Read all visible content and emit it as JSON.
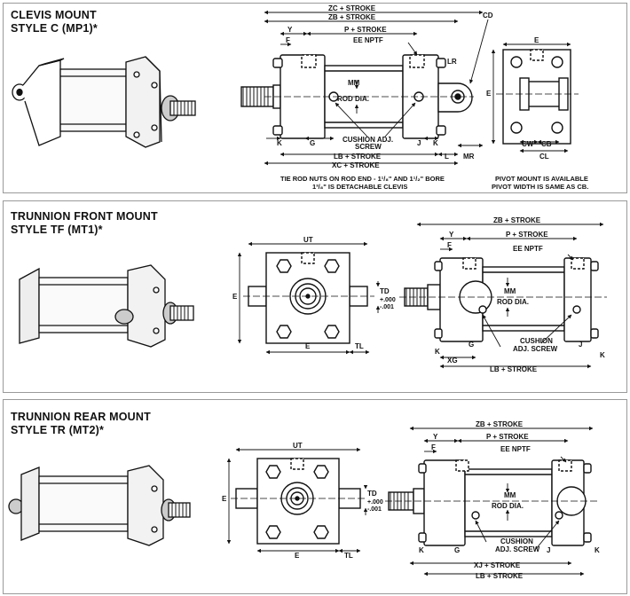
{
  "panels": [
    {
      "title_line1": "CLEVIS MOUNT",
      "title_line2": "STYLE C (MP1)*",
      "labels": {
        "zc": "ZC + STROKE",
        "zb": "ZB + STROKE",
        "y": "Y",
        "p": "P + STROKE",
        "f": "F",
        "ee": "EE NPTF",
        "cd": "CD",
        "lr": "LR",
        "mm": "MM",
        "rod": "ROD DIA.",
        "k_left": "K",
        "g": "G",
        "cushion1": "CUSHION ADJ.",
        "cushion2": "SCREW",
        "j": "J",
        "k_right": "K",
        "lb": "LB + STROKE",
        "l": "L",
        "mr": "MR",
        "xc": "XC + STROKE",
        "e_top": "E",
        "e_side": "E",
        "cw": "CW",
        "cb": "CB",
        "cl": "CL"
      },
      "note1": "TIE ROD NUTS ON ROD END - 1¹/₈\" AND 1¹/₂\" BORE",
      "note2": "1³/₈\" IS DETACHABLE CLEVIS",
      "pivot1": "PIVOT MOUNT IS AVAILABLE",
      "pivot2": "PIVOT WIDTH IS SAME AS CB."
    },
    {
      "title_line1": "TRUNNION FRONT MOUNT",
      "title_line2": "STYLE TF (MT1)*",
      "labels": {
        "ut": "UT",
        "e_side": "E",
        "e_bottom": "E",
        "tl": "TL",
        "td": "TD",
        "tol1": "+.000",
        "tol2": "-.001",
        "zb": "ZB + STROKE",
        "y": "Y",
        "p": "P + STROKE",
        "f": "F",
        "ee": "EE NPTF",
        "mm": "MM",
        "rod": "ROD DIA.",
        "cushion1": "CUSHION",
        "cushion2": "ADJ. SCREW",
        "k_left": "K",
        "g": "G",
        "j": "J",
        "k_right": "K",
        "xg": "XG",
        "lb": "LB + STROKE"
      }
    },
    {
      "title_line1": "TRUNNION REAR MOUNT",
      "title_line2": "STYLE TR (MT2)*",
      "labels": {
        "ut": "UT",
        "e_side": "E",
        "e_bottom": "E",
        "tl": "TL",
        "td": "TD",
        "tol1": "+.000",
        "tol2": "-.001",
        "zb": "ZB + STROKE",
        "y": "Y",
        "p": "P + STROKE",
        "f": "F",
        "ee": "EE NPTF",
        "mm": "MM",
        "rod": "ROD DIA.",
        "cushion1": "CUSHION",
        "cushion2": "ADJ. SCREW",
        "k_left": "K",
        "g": "G",
        "j": "J",
        "k_right": "K",
        "xj": "XJ + STROKE",
        "lb": "LB + STROKE"
      }
    }
  ]
}
